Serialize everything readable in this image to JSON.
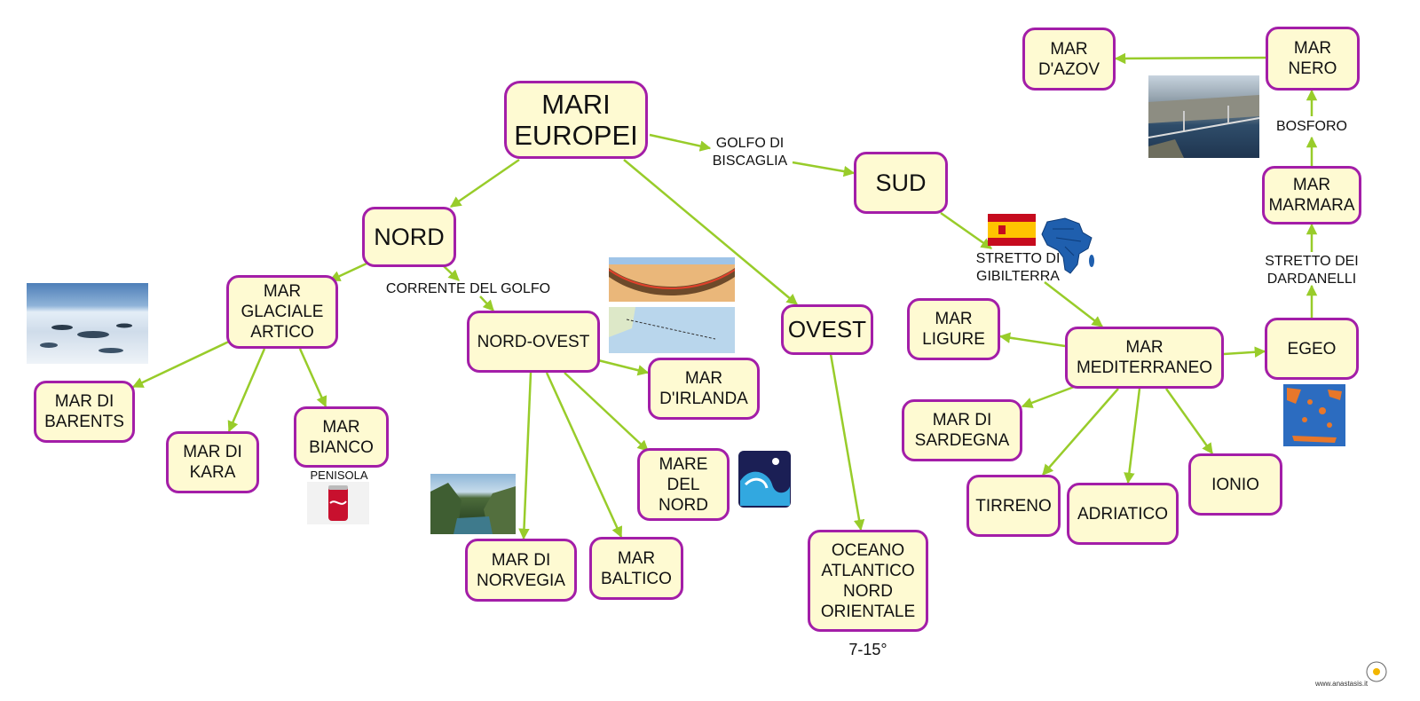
{
  "colors": {
    "node_fill": "#fefad2",
    "node_border": "#a31ea8",
    "arrow": "#98cc2a"
  },
  "nodes": {
    "mari_europei": "MARI\nEUROPEI",
    "nord": "NORD",
    "sud": "SUD",
    "ovest": "OVEST",
    "nord_ovest": "NORD-OVEST",
    "mar_glaciale_artico": "MAR\nGLACIALE\nARTICO",
    "mar_di_barents": "MAR DI\nBARENTS",
    "mar_di_kara": "MAR DI\nKARA",
    "mar_bianco": "MAR\nBIANCO",
    "mar_d_irlanda": "MAR\nD'IRLANDA",
    "mare_del_nord": "MARE\nDEL\nNORD",
    "mar_di_norvegia": "MAR DI\nNORVEGIA",
    "mar_baltico": "MAR\nBALTICO",
    "oceano_atlantico": "OCEANO\nATLANTICO\nNORD\nORIENTALE",
    "mar_mediterraneo": "MAR\nMEDITERRANEO",
    "mar_ligure": "MAR\nLIGURE",
    "mar_di_sardegna": "MAR DI\nSARDEGNA",
    "tirreno": "TIRRENO",
    "adriatico": "ADRIATICO",
    "ionio": "IONIO",
    "egeo": "EGEO",
    "mar_marmara": "MAR\nMARMARA",
    "mar_nero": "MAR\nNERO",
    "mar_d_azov": "MAR\nD'AZOV"
  },
  "labels": {
    "golfo_di_biscaglia": "GOLFO DI\nBISCAGLIA",
    "corrente_del_golfo": "CORRENTE DEL GOLFO",
    "stretto_di_gibilterra": "STRETTO DI\nGIBILTERRA",
    "stretto_dei_dardanelli": "STRETTO DEI\nDARDANELLI",
    "bosforo": "BOSFORO",
    "penisola": "PENISOLA",
    "temperature": "7-15°"
  },
  "footer": {
    "site": "www.anastasis.it"
  }
}
